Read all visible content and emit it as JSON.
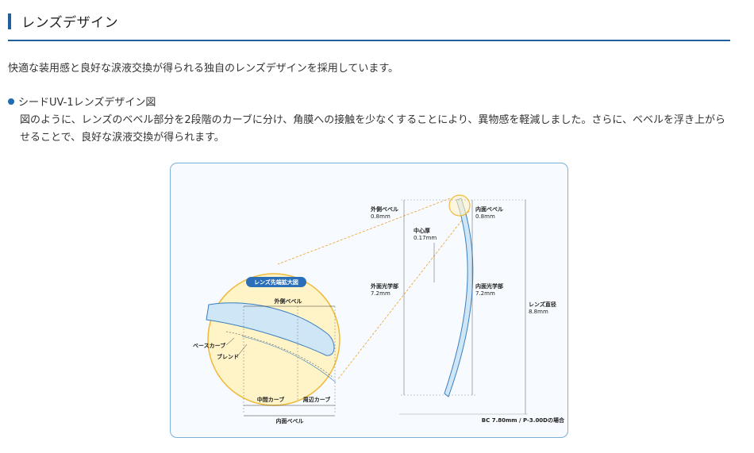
{
  "header": {
    "title": "レンズデザイン"
  },
  "intro": "快適な装用感と良好な涙液交換が得られる独自のレンズデザインを採用しています。",
  "bullet": {
    "label": "シードUV-1レンズデザイン図"
  },
  "description": "図のように、レンズのベベル部分を2段階のカーブに分け、角膜への接触を少なくすることにより、異物感を軽減しました。さらに、ベベルを浮き上がらせることで、良好な涙液交換が得られます。",
  "diagram": {
    "badge": "レンズ先端拡大図",
    "outer_bevel": "外側ベベル",
    "base_curve": "ベースカーブ",
    "blend": "ブレンド",
    "middle_curve": "中間カーブ",
    "peripheral_curve": "周辺カーブ",
    "inner_bevel": "内面ベベル",
    "outer_bevel_dim_label": "外側ベベル",
    "outer_bevel_dim_value": "0.8mm",
    "inner_bevel_dim_label": "内面ベベル",
    "inner_bevel_dim_value": "0.8mm",
    "center_thickness_label": "中心厚",
    "center_thickness_value": "0.17mm",
    "outer_optic_label": "外面光学部",
    "outer_optic_value": "7.2mm",
    "inner_optic_label": "内面光学部",
    "inner_optic_value": "7.2mm",
    "lens_diameter_label": "レンズ直径",
    "lens_diameter_value": "8.8mm",
    "footnote": "BC 7.80mm / P-3.00Dの場合"
  },
  "colors": {
    "accent": "#1f5f9c",
    "bullet": "#1f6cb5",
    "lens_fill": "#cfe6f6",
    "magnifier_fill": "#fff4c8",
    "guide_dash": "#e8a02a"
  }
}
